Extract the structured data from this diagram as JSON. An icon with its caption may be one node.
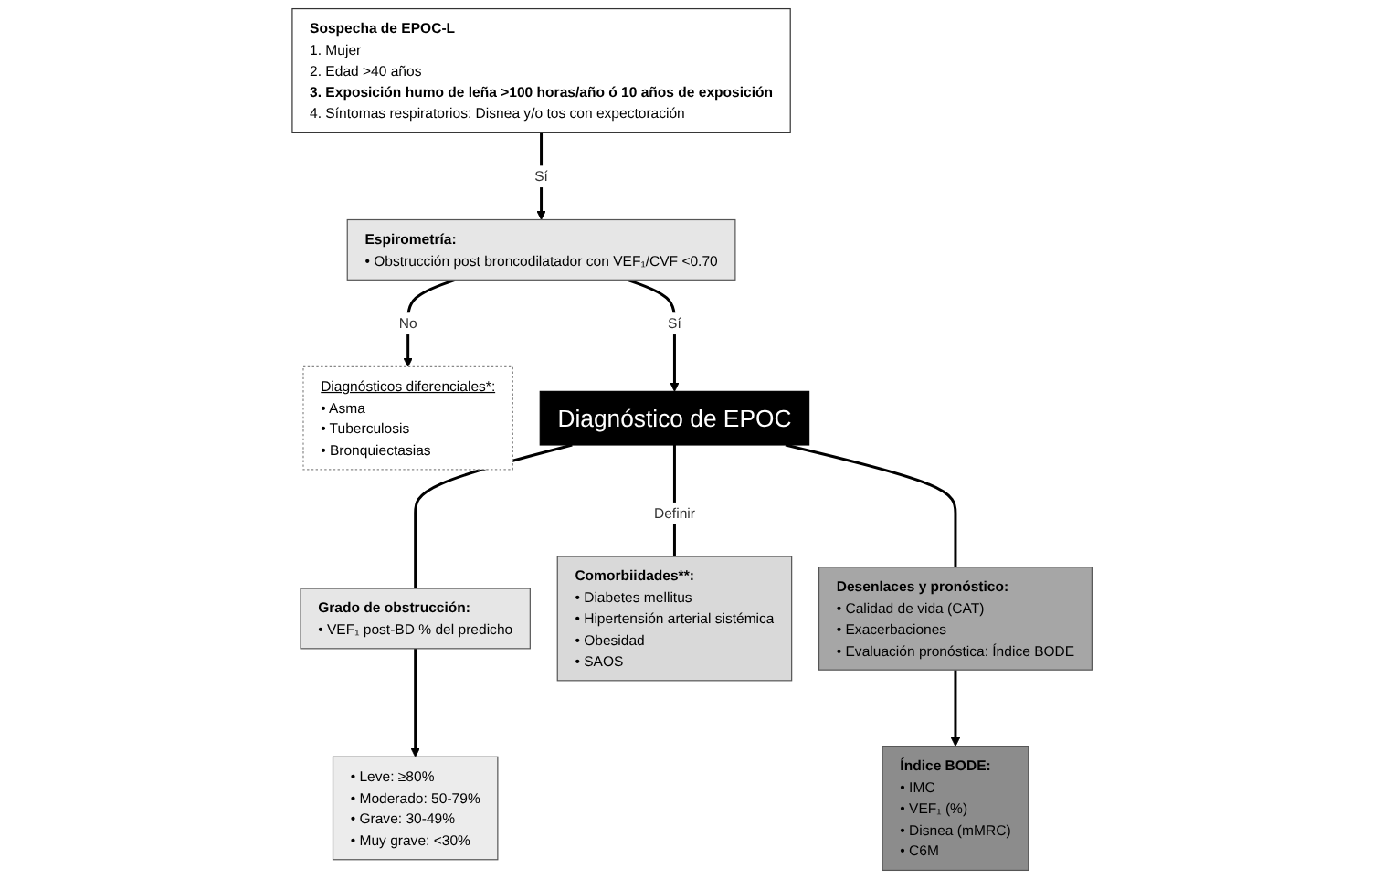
{
  "diagram": {
    "nodes": [
      {
        "text": [
          "Sospecha de EPOC-L",
          "1. Mujer",
          "2. Edad >40 años",
          "3. Exposición humo de leña >100 horas/año ó 10 años de exposición",
          "4. Síntomas respiratorios: Disnea y/o tos con expectoración"
        ]
      },
      {
        "text": [
          "Espirometría:",
          "• Obstrucción post broncodilatador con VEF₁/CVF <0.70"
        ]
      },
      {
        "text": [
          "Diagnósticos diferenciales*:",
          "• Asma",
          "• Tuberculosis",
          "• Bronquiectasias"
        ]
      },
      {
        "text": [
          "Diagnóstico de EPOC"
        ]
      },
      {
        "text": [
          "Grado de obstrucción:",
          "• VEF₁ post-BD % del predicho"
        ]
      },
      {
        "text": [
          "• Leve: ≥80%",
          "• Moderado: 50-79%",
          "• Grave: 30-49%",
          "• Muy grave: <30%"
        ]
      },
      {
        "text": [
          "Comorbiidades**:",
          "• Diabetes mellitus",
          "• Hipertensión arterial sistémica",
          "• Obesidad",
          "• SAOS"
        ]
      },
      {
        "text": [
          "Desenlaces y pronóstico:",
          "• Calidad de vida (CAT)",
          "• Exacerbaciones",
          "• Evaluación pronóstica: Índice BODE"
        ]
      },
      {
        "text": [
          "Índice BODE:",
          "• IMC",
          "• VEF₁ (%)",
          "• Disnea (mMRC)",
          "• C6M"
        ]
      }
    ],
    "edges": [
      {
        "from": 0,
        "to": 1,
        "arrow": "to",
        "label": "Sí"
      },
      {
        "from": 1,
        "to": 2,
        "arrow": "to",
        "label": "No"
      },
      {
        "from": 1,
        "to": 3,
        "arrow": "to",
        "label": "Sí"
      },
      {
        "from": 3,
        "to": 4,
        "arrow": "none"
      },
      {
        "from": 3,
        "to": 6,
        "arrow": "none",
        "label": "Definir"
      },
      {
        "from": 3,
        "to": 7,
        "arrow": "none"
      },
      {
        "from": 4,
        "to": 5,
        "arrow": "to"
      },
      {
        "from": 7,
        "to": 8,
        "arrow": "to"
      }
    ]
  }
}
